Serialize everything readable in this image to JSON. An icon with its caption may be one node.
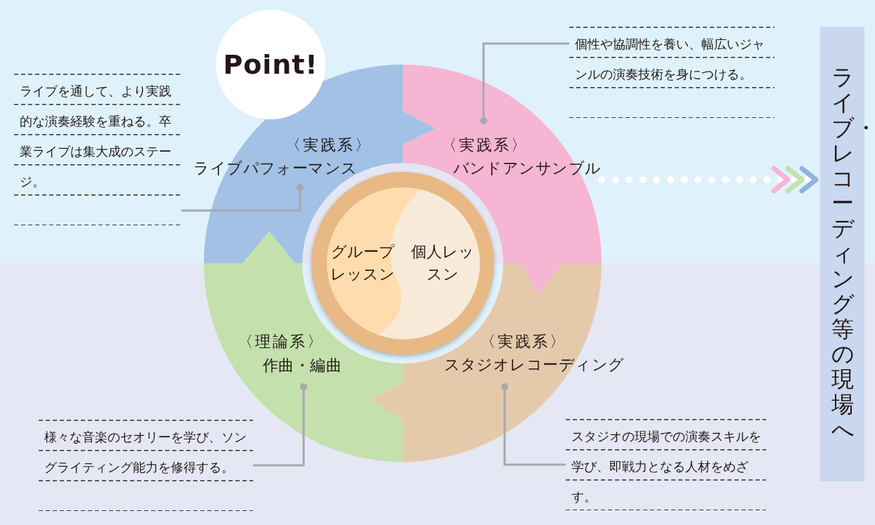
{
  "diagram": {
    "nodes": [
      {
        "text": [
          "Point!"
        ]
      },
      {
        "text": [
          "〈実践系〉",
          "ライブパフォーマンス"
        ]
      },
      {
        "text": [
          "〈実践系〉",
          "バンドアンサンブル"
        ]
      },
      {
        "text": [
          "〈理論系〉",
          "作曲・編曲"
        ]
      },
      {
        "text": [
          "〈実践系〉",
          "スタジオレコーディング"
        ]
      },
      {
        "text": [
          "グループレッスン",
          "個人レッスン"
        ]
      },
      {
        "text": [
          "ライブを通して、より実践的な演奏経験を重ねる。卒業ライブは集大成のステージ。"
        ]
      },
      {
        "text": [
          "個性や協調性を養い、幅広いジャンルの演奏技術を身につける。"
        ]
      },
      {
        "text": [
          "様々な音楽のセオリーを学び、ソングライティング能力を修得する。"
        ]
      },
      {
        "text": [
          "スタジオの現場での演奏スキルを学び、即戦力となる人材をめざす。"
        ]
      },
      {
        "text": [
          "ライブ・レコーディング等の現場へ"
        ]
      }
    ],
    "edges": [
      {
        "from": 6,
        "to": 1,
        "arrow": "other"
      },
      {
        "from": 7,
        "to": 2,
        "arrow": "other"
      },
      {
        "from": 8,
        "to": 3,
        "arrow": "other"
      },
      {
        "from": 9,
        "to": 4,
        "arrow": "other"
      },
      {
        "from": 2,
        "to": 10,
        "arrow": "to",
        "style": "dashed",
        "color": "#ffffff"
      }
    ]
  }
}
